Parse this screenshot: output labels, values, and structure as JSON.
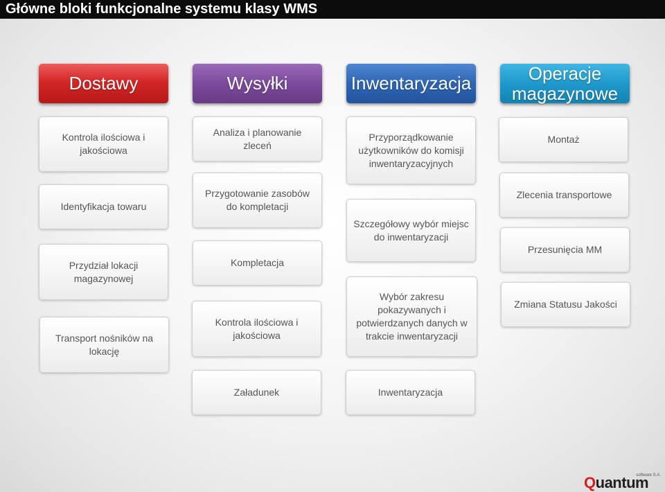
{
  "title": "Główne bloki funkcjonalne systemu klasy WMS",
  "columns": [
    {
      "header": "Dostawy",
      "items": [
        "Kontrola ilościowa i jakościowa",
        "Identyfikacja towaru",
        "Przydział lokacji magazynowej",
        "Transport nośników na lokację"
      ]
    },
    {
      "header": "Wysyłki",
      "items": [
        "Analiza i planowanie zleceń",
        "Przygotowanie zasobów do kompletacji",
        "Kompletacja",
        "Kontrola ilościowa i jakościowa",
        "Załadunek"
      ]
    },
    {
      "header": "Inwentaryzacja",
      "items": [
        "Przyporządkowanie użytkowników do komisji inwentaryzacyjnych",
        "Szczegółowy wybór miejsc do inwentaryzacji",
        "Wybór  zakresu pokazywanych  i potwierdzanych danych w trakcie inwentaryzacji",
        "Inwentaryzacja"
      ]
    },
    {
      "header": "Operacje magazynowe",
      "items": [
        "Montaż",
        "Zlecenia transportowe",
        "Przesunięcia MM",
        "Zmiana Statusu Jakości"
      ]
    }
  ],
  "logo": {
    "letter_q": "Q",
    "rest": "uantum",
    "subtitle": "software S.A."
  },
  "colors": {
    "dostawy": "#d42727",
    "wysylki": "#7c4a9c",
    "inwentaryzacja": "#2f66b4",
    "operacje": "#1f99cc",
    "title_bar": "#0c0c0c",
    "box_text": "#555555"
  }
}
